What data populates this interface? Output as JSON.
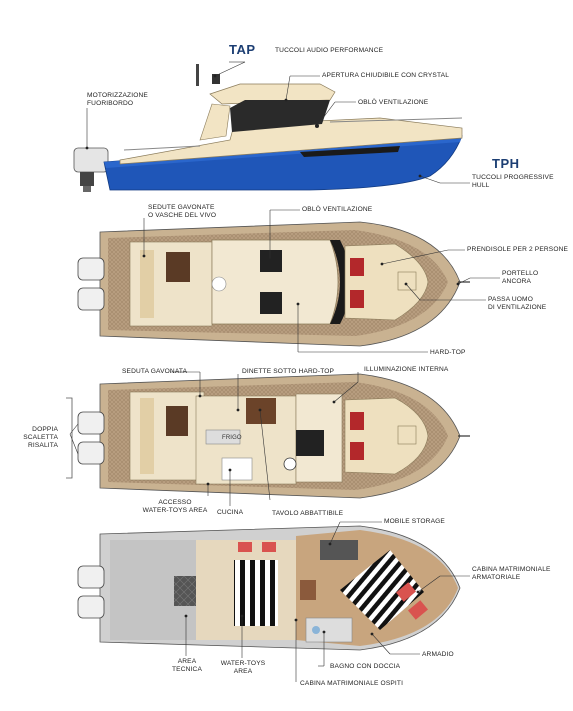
{
  "colors": {
    "hull_blue": "#1f56b8",
    "cream": "#f2e4c4",
    "teak": "#b49a7c",
    "grey_interior": "#c9c9c9",
    "cushion_red": "#b3282b",
    "brand_navy": "#1c3e73"
  },
  "logos": {
    "tap": "TAP",
    "tph": "TPH"
  },
  "labels": {
    "tap_caption": "TUCCOLI AUDIO PERFORMANCE",
    "apertura": "APERTURA CHIUDIBILE CON CRYSTAL",
    "motorizzazione": "MOTORIZZAZIONE\nFUORIBORDO",
    "oblo_side": "OBLÒ VENTILAZIONE",
    "tph_caption": "TUCCOLI PROGRESSIVE\nHULL",
    "sedute_gavonate": "SEDUTE GAVONATE\nO VASCHE DEL VIVO",
    "oblo_top": "OBLÒ VENTILAZIONE",
    "prendisole": "PRENDISOLE PER 2 PERSONE",
    "portello": "PORTELLO\nANCORA",
    "passa_uomo": "PASSA UOMO\nDI VENTILAZIONE",
    "hard_top": "HARD-TOP",
    "seduta_gavonata": "SEDUTA GAVONATA",
    "dinette": "DINETTE SOTTO HARD-TOP",
    "illuminazione": "ILLUMINAZIONE INTERNA",
    "doppia_scaletta": "DOPPIA\nSCALETTA\nRISALITA",
    "frigo": "FRIGO",
    "accesso": "ACCESSO\nWATER-TOYS AREA",
    "cucina": "CUCINA",
    "tavolo": "TAVOLO ABBATTIBILE",
    "mobile_storage": "MOBILE STORAGE",
    "cabina_armatoriale": "CABINA MATRIMONIALE\nARMATORIALE",
    "armadio": "ARMADIO",
    "area_tecnica": "AREA\nTECNICA",
    "water_toys_area": "WATER-TOYS\nAREA",
    "bagno": "BAGNO CON DOCCIA",
    "cabina_ospiti": "CABINA MATRIMONIALE OSPITI"
  }
}
